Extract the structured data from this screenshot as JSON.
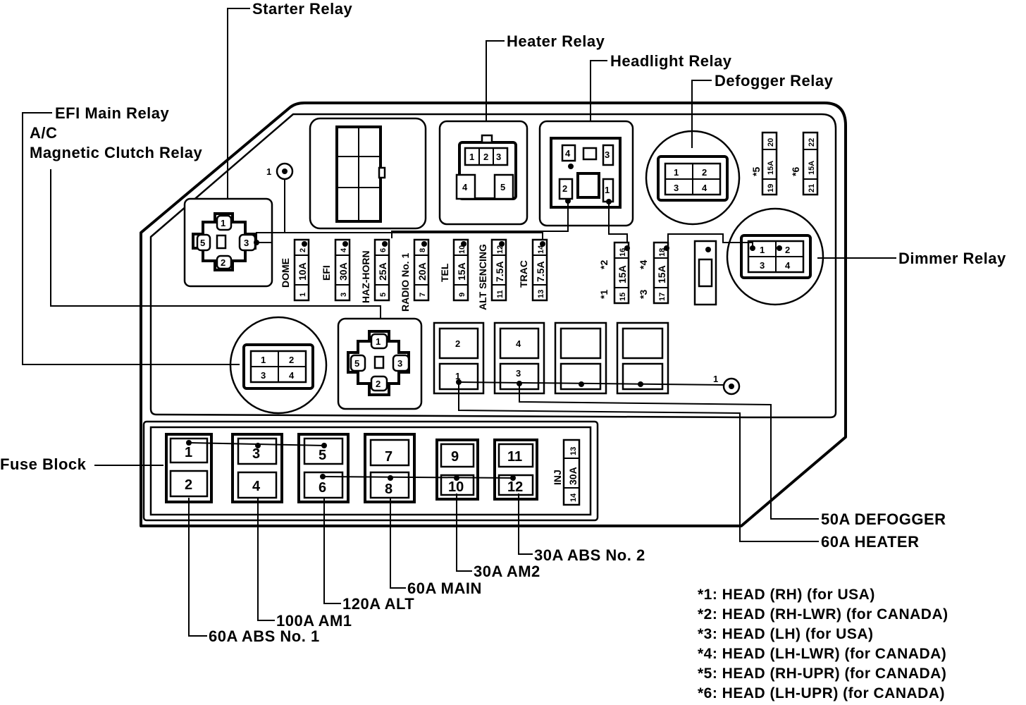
{
  "callouts": {
    "starter_relay": "Starter Relay",
    "heater_relay": "Heater Relay",
    "headlight_relay": "Headlight Relay",
    "defogger_relay": "Defogger Relay",
    "efi_main_relay": "EFI Main Relay",
    "ac_line1": "A/C",
    "ac_line2": "Magnetic Clutch Relay",
    "dimmer_relay": "Dimmer Relay",
    "fuse_block": "Fuse Block",
    "defogger_50a": "50A DEFOGGER",
    "heater_60a": "60A HEATER",
    "abs2_30a": "30A ABS No. 2",
    "am2_30a": "30A AM2",
    "main_60a": "60A MAIN",
    "alt_120a": "120A ALT",
    "am1_100a": "100A AM1",
    "abs1_60a": "60A ABS No. 1"
  },
  "ground_labels": {
    "top": "1",
    "mid": "1"
  },
  "relay_pins": {
    "starter": [
      "1",
      "2",
      "3",
      "5"
    ],
    "heater": [
      "1",
      "2",
      "3",
      "4",
      "5"
    ],
    "headlight": [
      "4",
      "3",
      "2",
      "1"
    ],
    "defogger": [
      "1",
      "2",
      "3",
      "4"
    ],
    "dimmer": [
      "1",
      "2",
      "3",
      "4"
    ],
    "efi": [
      "1",
      "2",
      "3",
      "4"
    ],
    "ac": [
      "1",
      "2",
      "3",
      "5"
    ]
  },
  "fuses": [
    {
      "name": "DOME",
      "rating": "10A",
      "top": "2",
      "bottom": "1"
    },
    {
      "name": "EFI",
      "rating": "30A",
      "top": "4",
      "bottom": "3"
    },
    {
      "name": "HAZ-HORN",
      "rating": "25A",
      "top": "6",
      "bottom": "5"
    },
    {
      "name": "RADIO No. 1",
      "rating": "20A",
      "top": "8",
      "bottom": "7"
    },
    {
      "name": "TEL",
      "rating": "15A",
      "top": "10",
      "bottom": "9"
    },
    {
      "name": "ALT SENCING",
      "rating": "7.5A",
      "top": "12",
      "bottom": "11"
    },
    {
      "name": "TRAC",
      "rating": "7.5A",
      "top": "14",
      "bottom": "13"
    }
  ],
  "head_fuses": [
    {
      "label_top": "*2",
      "label_bot": "*1",
      "rating": "15A",
      "top": "16",
      "bottom": "15"
    },
    {
      "label_top": "*4",
      "label_bot": "*3",
      "rating": "15A",
      "top": "18",
      "bottom": "17"
    }
  ],
  "upr_fuses": [
    {
      "label": "*5",
      "rating": "15A",
      "top": "20",
      "bottom": "19"
    },
    {
      "label": "*6",
      "rating": "15A",
      "top": "22",
      "bottom": "21"
    }
  ],
  "fusible_links": [
    "2",
    "1",
    "4",
    "3"
  ],
  "fuse_block_cells": [
    "1",
    "2",
    "3",
    "4",
    "5",
    "6",
    "7",
    "8",
    "9",
    "10",
    "11",
    "12"
  ],
  "inj_fuse": {
    "name": "INJ",
    "rating": "30A",
    "top": "13",
    "bottom": "14"
  },
  "legend": [
    "*1:  HEAD  (RH) (for USA)",
    "*2:  HEAD  (RH-LWR)  (for CANADA)",
    "*3:  HEAD  (LH)  (for USA)",
    "*4:  HEAD  (LH-LWR)  (for CANADA)",
    "*5:  HEAD  (RH-UPR)  (for CANADA)",
    "*6:  HEAD  (LH-UPR)  (for CANADA)"
  ]
}
